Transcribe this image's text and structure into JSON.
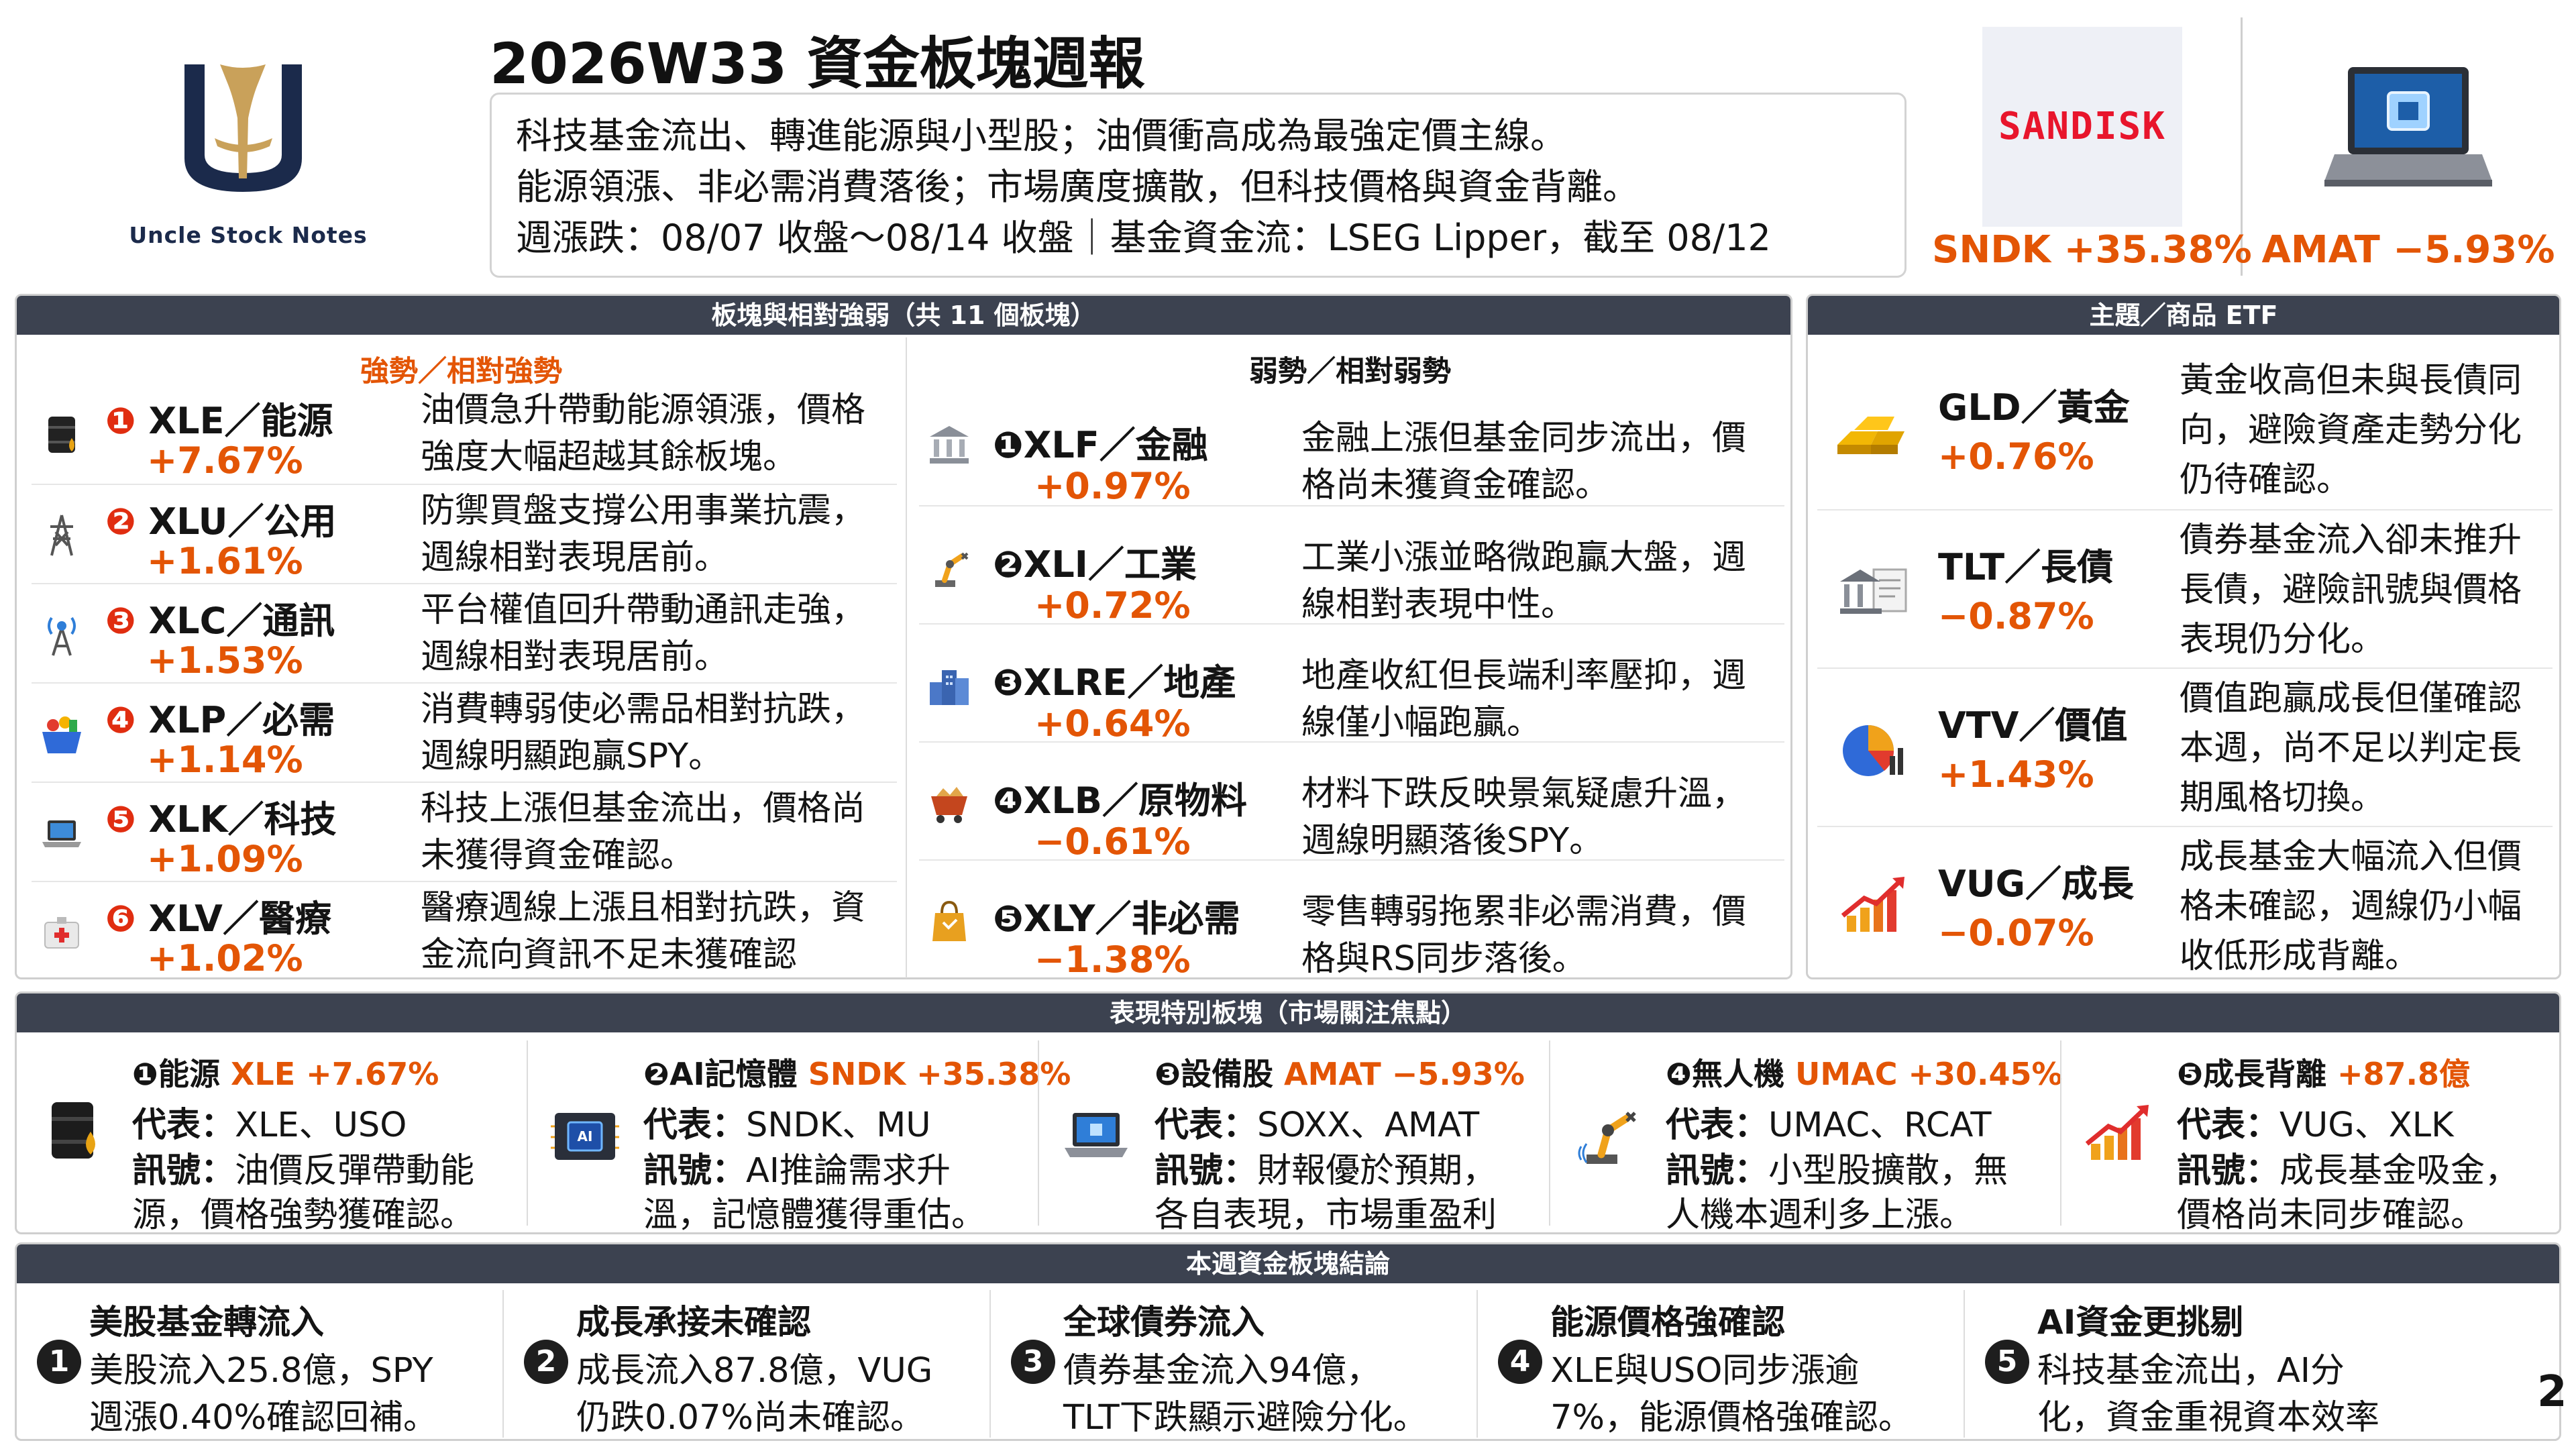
{
  "header": {
    "brand": "Uncle Stock Notes",
    "title": "2026W33 資金板塊週報",
    "summary": [
      "科技基金流出、轉進能源與小型股；油價衝高成為最強定價主線。",
      "能源領漲、非必需消費落後；市場廣度擴散，但科技價格與資金背離。",
      "週漲跌：08/07 收盤～08/14 收盤｜基金資金流：LSEG Lipper，截至 08/12"
    ],
    "sndk_logo_text": "SANDISK",
    "sndk_label": "SNDK +35.38%",
    "amat_label": "AMAT −5.93%"
  },
  "sectors": {
    "title": "板塊與相對強弱（共 11 個板塊）",
    "strong_title": "強勢／相對強勢",
    "weak_title": "弱勢／相對弱勢",
    "strong": [
      {
        "num": "❶",
        "name": "XLE／能源",
        "pct": "+7.67%",
        "desc": [
          "油價急升帶動能源領漲，價格",
          "強度大幅超越其餘板塊。"
        ],
        "icon": "oil-barrel-icon"
      },
      {
        "num": "❷",
        "name": "XLU／公用",
        "pct": "+1.61%",
        "desc": [
          "防禦買盤支撐公用事業抗震，",
          "週線相對表現居前。"
        ],
        "icon": "power-tower-icon"
      },
      {
        "num": "❸",
        "name": "XLC／通訊",
        "pct": "+1.53%",
        "desc": [
          "平台權值回升帶動通訊走強，",
          "週線相對表現居前。"
        ],
        "icon": "antenna-icon"
      },
      {
        "num": "❹",
        "name": "XLP／必需",
        "pct": "+1.14%",
        "desc": [
          "消費轉弱使必需品相對抗跌，",
          "週線明顯跑贏SPY。"
        ],
        "icon": "shopping-basket-icon"
      },
      {
        "num": "❺",
        "name": "XLK／科技",
        "pct": "+1.09%",
        "desc": [
          "科技上漲但基金流出，價格尚",
          "未獲得資金確認。"
        ],
        "icon": "laptop-icon"
      },
      {
        "num": "❻",
        "name": "XLV／醫療",
        "pct": "+1.02%",
        "desc": [
          "醫療週線上漲且相對抗跌，資",
          "金流向資訊不足未獲確認"
        ],
        "icon": "medical-kit-icon"
      }
    ],
    "weak": [
      {
        "num": "❶",
        "name": "XLF／金融",
        "pct": "+0.97%",
        "desc": [
          "金融上漲但基金同步流出，價",
          "格尚未獲資金確認。"
        ],
        "icon": "bank-icon"
      },
      {
        "num": "❷",
        "name": "XLI／工業",
        "pct": "+0.72%",
        "desc": [
          "工業小漲並略微跑贏大盤，週",
          "線相對表現中性。"
        ],
        "icon": "robot-arm-icon"
      },
      {
        "num": "❸",
        "name": "XLRE／地產",
        "pct": "+0.64%",
        "desc": [
          "地產收紅但長端利率壓抑，週",
          "線僅小幅跑贏。"
        ],
        "icon": "buildings-icon"
      },
      {
        "num": "❹",
        "name": "XLB／原物料",
        "pct": "−0.61%",
        "desc": [
          "材料下跌反映景氣疑慮升溫，",
          "週線明顯落後SPY。"
        ],
        "icon": "mine-cart-icon"
      },
      {
        "num": "❺",
        "name": "XLY／非必需",
        "pct": "−1.38%",
        "desc": [
          "零售轉弱拖累非必需消費，價",
          "格與RS同步落後。"
        ],
        "icon": "shopping-bag-icon"
      }
    ]
  },
  "themes": {
    "title": "主題／商品 ETF",
    "items": [
      {
        "name": "GLD／黃金",
        "pct": "+0.76%",
        "desc": [
          "黃金收高但未與長債同",
          "向，避險資產走勢分化",
          "仍待確認。"
        ],
        "icon": "gold-bars-icon"
      },
      {
        "name": "TLT／長債",
        "pct": "−0.87%",
        "desc": [
          "債券基金流入卻未推升",
          "長債，避險訊號與價格",
          "表現仍分化。"
        ],
        "icon": "bond-bank-icon"
      },
      {
        "name": "VTV／價值",
        "pct": "+1.43%",
        "desc": [
          "價值跑贏成長但僅確認",
          "本週，尚不足以判定長",
          "期風格切換。"
        ],
        "icon": "pie-chart-icon"
      },
      {
        "name": "VUG／成長",
        "pct": "−0.07%",
        "desc": [
          "成長基金大幅流入但價",
          "格未確認，週線仍小幅",
          "收低形成背離。"
        ],
        "icon": "growth-chart-icon"
      }
    ]
  },
  "focus": {
    "title": "表現特別板塊（市場關注焦點）",
    "cards": [
      {
        "num": "❶",
        "label": "能源",
        "tag": "XLE +7.67%",
        "rep_label": "代表：",
        "rep": "XLE、USO",
        "sig_label": "訊號：",
        "sig": [
          "油價反彈帶動能",
          "源，價格強勢獲確認。"
        ],
        "icon": "oil-barrel-icon"
      },
      {
        "num": "❷",
        "label": "AI記憶體",
        "tag": "SNDK +35.38%",
        "rep_label": "代表：",
        "rep": "SNDK、MU",
        "sig_label": "訊號：",
        "sig": [
          "AI推論需求升",
          "溫，記憶體獲得重估。"
        ],
        "icon": "ai-chip-icon"
      },
      {
        "num": "❸",
        "label": "設備股",
        "tag": "AMAT −5.93%",
        "rep_label": "代表：",
        "rep": "SOXX、AMAT",
        "sig_label": "訊號：",
        "sig": [
          "財報優於預期，",
          "各自表現，市場重盈利"
        ],
        "icon": "laptop-icon"
      },
      {
        "num": "❹",
        "label": "無人機",
        "tag": "UMAC +30.45%",
        "rep_label": "代表：",
        "rep": "UMAC、RCAT",
        "sig_label": "訊號：",
        "sig": [
          "小型股擴散，無",
          "人機本週利多上漲。"
        ],
        "icon": "robot-arm-icon"
      },
      {
        "num": "❺",
        "label": "成長背離",
        "tag": "+87.8億",
        "rep_label": "代表：",
        "rep": "VUG、XLK",
        "sig_label": "訊號：",
        "sig": [
          "成長基金吸金，",
          "價格尚未同步確認。"
        ],
        "icon": "growth-chart-icon"
      }
    ]
  },
  "conclusion": {
    "title": "本週資金板塊結論",
    "items": [
      {
        "num": "1",
        "title": "美股基金轉流入",
        "lines": [
          "美股流入25.8億，SPY",
          "週漲0.40%確認回補。"
        ]
      },
      {
        "num": "2",
        "title": "成長承接未確認",
        "lines": [
          "成長流入87.8億，VUG",
          "仍跌0.07%尚未確認。"
        ]
      },
      {
        "num": "3",
        "title": "全球債券流入",
        "lines": [
          "債券基金流入94億，",
          "TLT下跌顯示避險分化。"
        ]
      },
      {
        "num": "4",
        "title": "能源價格強確認",
        "lines": [
          "XLE與USO同步漲逾",
          "7%，能源價格強確認。"
        ]
      },
      {
        "num": "5",
        "title": "AI資金更挑剔",
        "lines": [
          "科技基金流出，AI分",
          "化，資金重視資本效率"
        ]
      }
    ]
  },
  "page_number": "2",
  "colors": {
    "accent": "#e35505",
    "header_bar": "#3c4250",
    "navy": "#1b2a4b",
    "gold": "#c9a15a"
  }
}
